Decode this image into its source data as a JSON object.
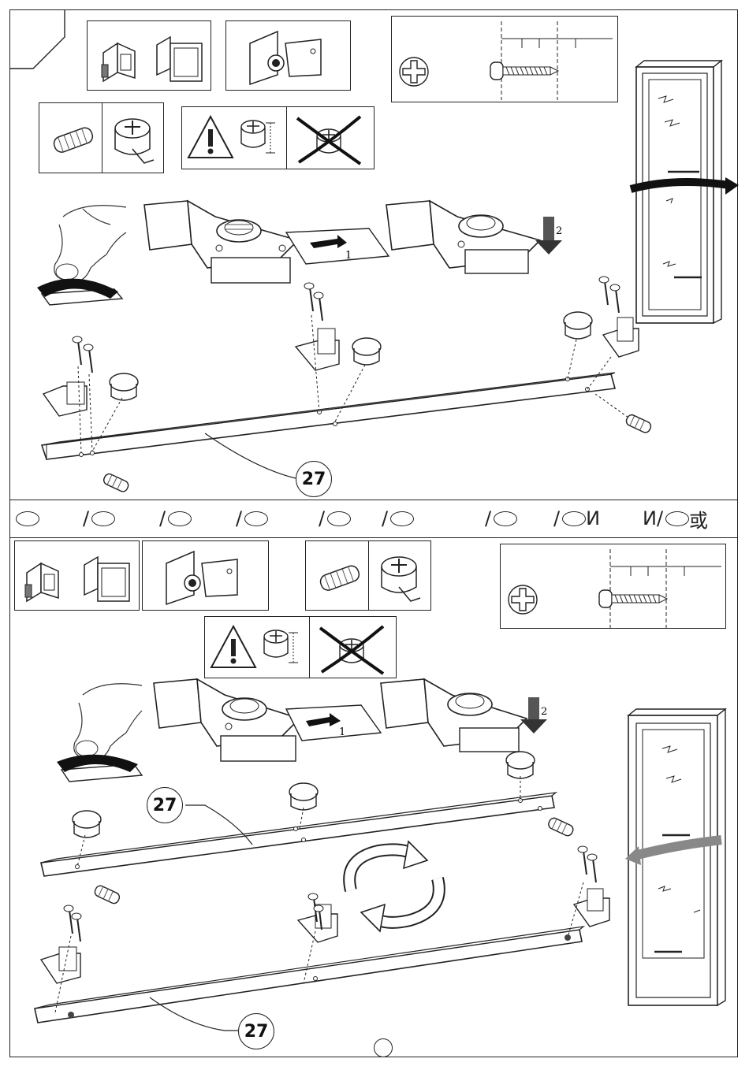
{
  "step_labels": {
    "slide": "1",
    "press": "2"
  },
  "part_number": "27",
  "language_row": [
    {
      "prefix": "",
      "suffix": ""
    },
    {
      "prefix": "/",
      "suffix": ""
    },
    {
      "prefix": "/",
      "suffix": ""
    },
    {
      "prefix": "/",
      "suffix": ""
    },
    {
      "prefix": "/",
      "suffix": ""
    },
    {
      "prefix": "/",
      "suffix": ""
    },
    {
      "prefix": "/",
      "suffix": ""
    },
    {
      "prefix": "/",
      "suffix": "И"
    },
    {
      "prefix": "И/",
      "suffix": "或"
    }
  ]
}
